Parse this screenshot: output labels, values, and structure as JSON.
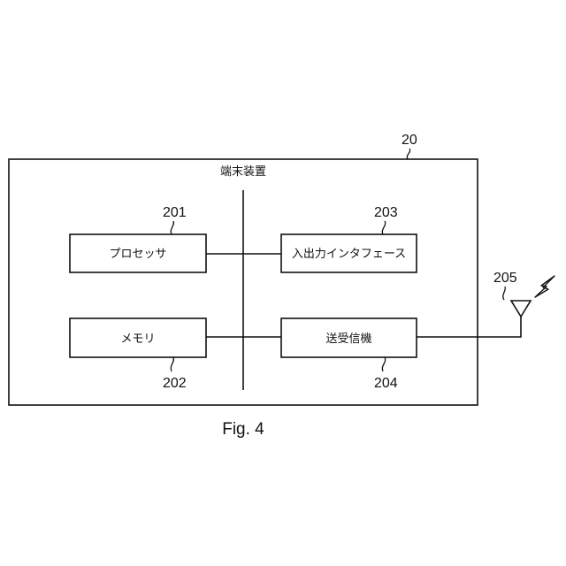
{
  "figure": {
    "caption": "Fig. 4"
  },
  "device": {
    "ref": "20",
    "title": "端末装置"
  },
  "blocks": {
    "processor": {
      "ref": "201",
      "label": "プロセッサ"
    },
    "memory": {
      "ref": "202",
      "label": "メモリ"
    },
    "io_interface": {
      "ref": "203",
      "label": "入出力インタフェース"
    },
    "transceiver": {
      "ref": "204",
      "label": "送受信機"
    }
  },
  "antenna": {
    "ref": "205",
    "icon": "lightning-bolt-icon"
  }
}
